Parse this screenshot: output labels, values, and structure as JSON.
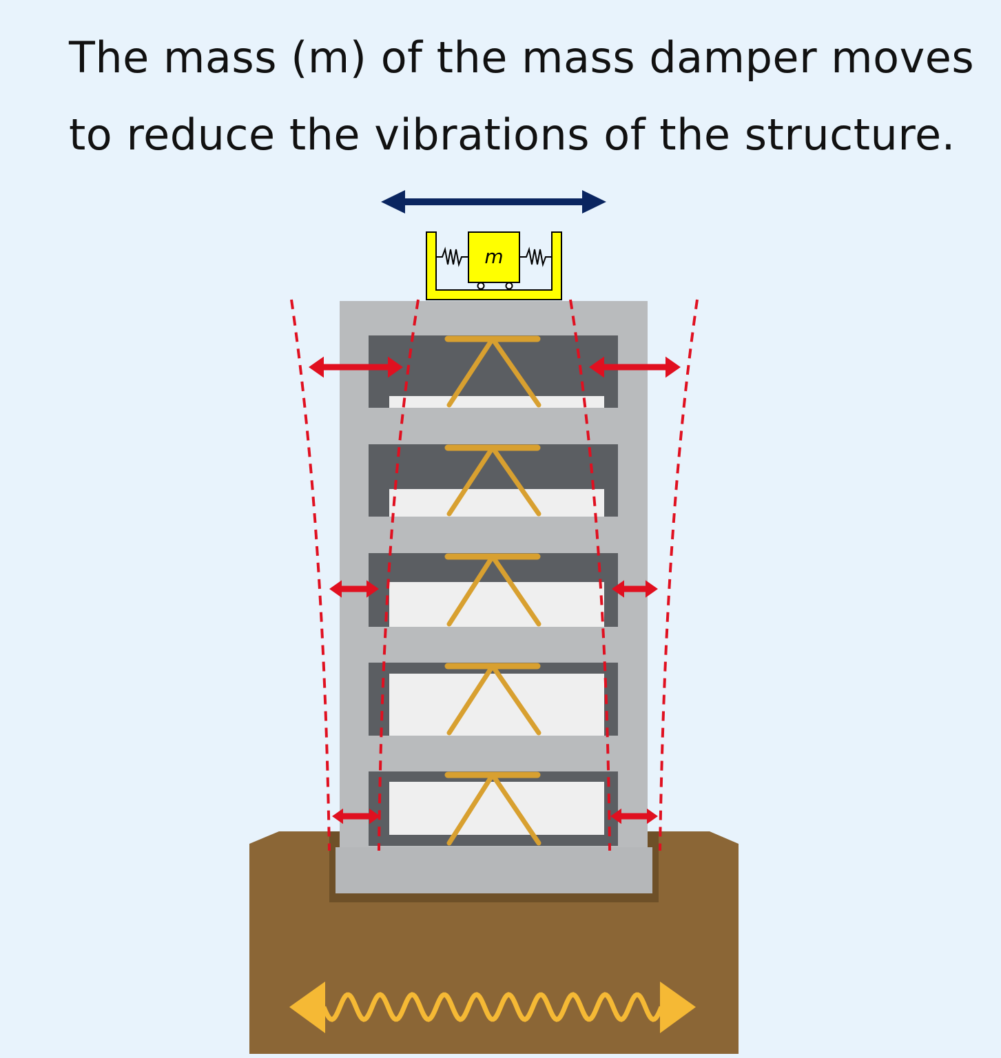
{
  "caption": {
    "line1": "The mass (m) of the mass damper moves",
    "line2": "to reduce the vibrations of the structure."
  },
  "damper": {
    "mass_label": "m"
  },
  "colors": {
    "background": "#e8f3fc",
    "damper_box": "#ffff00",
    "motion_arrow": "#0a2560",
    "building": "#b9bbbd",
    "floor_dark": "#5b5e62",
    "brace": "#d8a030",
    "drift": "#e01020",
    "ground": "#8b6636",
    "ground_wave": "#f5b935"
  }
}
